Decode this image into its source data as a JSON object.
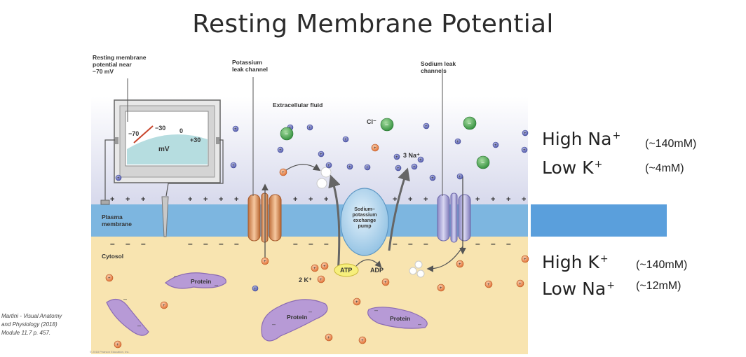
{
  "title": "Resting Membrane Potential",
  "voltmeter": {
    "label": "Resting membrane\npotential near\n−70 mV",
    "ticks": [
      "−70",
      "−30",
      "0",
      "+30"
    ],
    "unit": "mV"
  },
  "labels": {
    "potassium_channel": "Potassium\nleak channel",
    "sodium_channels": "Sodium leak\nchannels",
    "extracellular": "Extracellular fluid",
    "plasma_membrane": "Plasma\nmembrane",
    "cytosol": "Cytosol",
    "pump": "Sodium–\npotassium\nexchange\npump",
    "chloride": "Cl⁻",
    "three_na": "3 Na⁺",
    "two_k": "2 K⁺",
    "atp": "ATP",
    "adp": "ADP",
    "protein": "Protein"
  },
  "concentrations": {
    "outside": [
      {
        "ion": "High Na",
        "charge": "+",
        "value": "(~140mM)"
      },
      {
        "ion": "Low K",
        "charge": "+",
        "value": "(~4mM)"
      }
    ],
    "inside": [
      {
        "ion": "High K",
        "charge": "+",
        "value": "(~140mM)"
      },
      {
        "ion": "Low Na",
        "charge": "+",
        "value": "(~12mM)"
      }
    ]
  },
  "citation": "Martini - Visual Anatomy\nand Physiology (2018)\nModule 11.7 p. 457.",
  "copyright": "© 2018 Pearson Education, Inc.",
  "colors": {
    "extracellular_top": "#ffffff",
    "extracellular_bottom": "#d7d9ec",
    "membrane": "#7db6e0",
    "cytosol": "#f8e4b0",
    "potassium_ion": "#e8834a",
    "sodium_ion": "#5b63b8",
    "chloride_ion": "#3fa24a",
    "protein": "#b79ad6"
  }
}
